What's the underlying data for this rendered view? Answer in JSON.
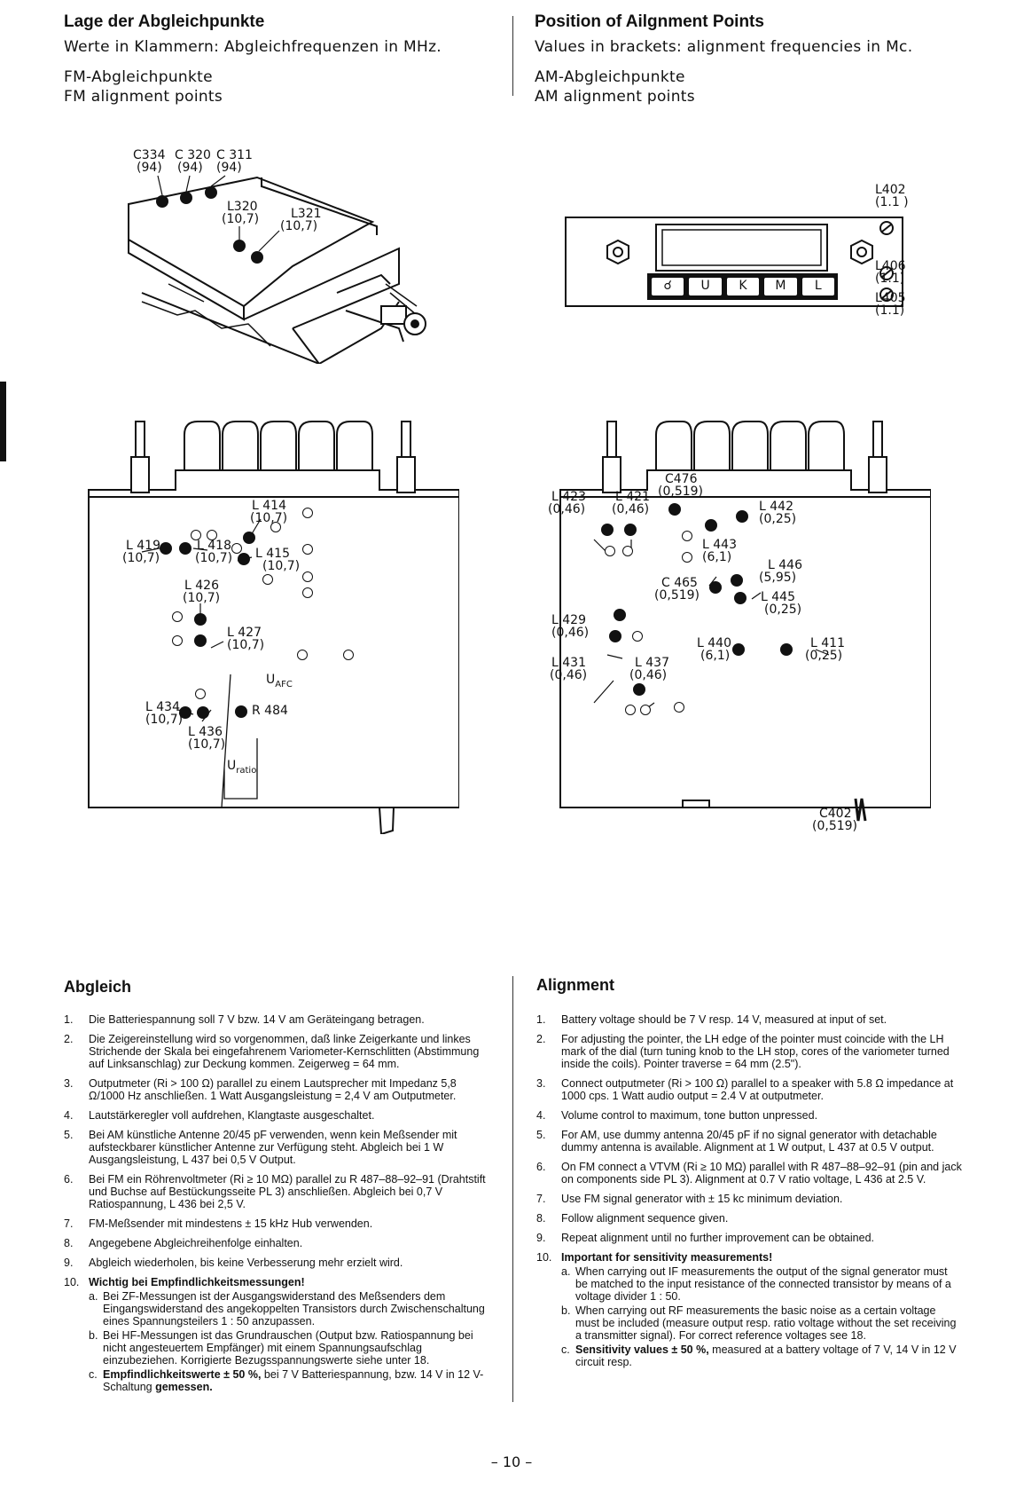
{
  "left_header": {
    "title": "Lage der Abgleichpunkte",
    "line1": "Werte in Klammern: Abgleichfrequenzen in MHz.",
    "line2": "FM-Abgleichpunkte",
    "line3": "FM alignment points"
  },
  "right_header": {
    "title": "Position of Ailgnment Points",
    "line1": "Values in brackets: alignment frequencies in Mc.",
    "line2": "AM-Abgleichpunkte",
    "line3": "AM alignment points"
  },
  "fm_top": {
    "c334": "C334",
    "c320": "C 320",
    "c311": "C 311",
    "f1": "(94)",
    "f2": "(94)",
    "f3": "(94)",
    "l320": "L320",
    "l320f": "(10,7)",
    "l321": "L321",
    "l321f": "(10,7)"
  },
  "radio_front": {
    "buttons": [
      "☌",
      "U",
      "K",
      "M",
      "L"
    ],
    "l402": "L402",
    "l402f": "(1.1 )",
    "l406": "L406",
    "l406f": "(1.1)",
    "l405": "L405",
    "l405f": "(1.1)"
  },
  "fm_board": {
    "l414": "L 414",
    "l414f": "(10,7)",
    "l419": "L 419",
    "l419f": "(10,7)",
    "l418": "L 418",
    "l418f": "(10,7)",
    "l415": "L 415",
    "l415f": "(10,7)",
    "l426": "L 426",
    "l426f": "(10,7)",
    "l427": "L 427",
    "l427f": "(10,7)",
    "uafc": "U",
    "uafc_sub": "AFC",
    "l434": "L 434",
    "l434f": "(10,7)",
    "r484": "R 484",
    "l436": "L 436",
    "l436f": "(10,7)",
    "uratio": "U",
    "uratio_sub": "ratio"
  },
  "am_board": {
    "c476": "C476",
    "c476f": "(0,519)",
    "l423": "L 423",
    "l423f": "(0,46)",
    "l421": "L 421",
    "l421f": "(0,46)",
    "l442": "L 442",
    "l442f": "(0,25)",
    "l443": "L 443",
    "l443f": "(6,1)",
    "l446": "L 446",
    "l446f": "(5,95)",
    "c465": "C 465",
    "c465f": "(0,519)",
    "l445": "L 445",
    "l445f": "(0,25)",
    "l429": "L 429",
    "l429f": "(0,46)",
    "l440": "L 440",
    "l440f": "(6,1)",
    "l411": "L 411",
    "l411f": "(0,25)",
    "l431": "L 431",
    "l431f": "(0,46)",
    "l437": "L 437",
    "l437f": "(0,46)",
    "c402": "C402",
    "c402f": "(0,519)"
  },
  "abgleich": {
    "title": "Abgleich",
    "items": [
      {
        "n": "1.",
        "text": "Die Batteriespannung soll 7 V bzw. 14 V am Geräteingang betragen."
      },
      {
        "n": "2.",
        "text": "Die Zeigereinstellung wird so vorgenommen, daß linke Zeigerkante und linkes Strichende der Skala bei eingefahrenem Variometer-Kernschlitten (Abstimmung auf Linksanschlag) zur Deckung kommen. Zeigerweg = 64 mm."
      },
      {
        "n": "3.",
        "text": "Outputmeter (Ri > 100 Ω) parallel zu einem Lautsprecher mit Impedanz 5,8 Ω/1000 Hz anschließen. 1 Watt Ausgangsleistung = 2,4 V am Outputmeter."
      },
      {
        "n": "4.",
        "text": "Lautstärkeregler voll aufdrehen, Klangtaste ausgeschaltet."
      },
      {
        "n": "5.",
        "text": "Bei AM künstliche Antenne 20/45 pF verwenden, wenn kein Meßsender mit aufsteckbarer künstlicher Antenne zur Verfügung steht. Abgleich bei 1 W Ausgangsleistung, L 437 bei 0,5 V Output."
      },
      {
        "n": "6.",
        "text": "Bei FM ein Röhrenvoltmeter (Ri ≥ 10 MΩ) parallel zu R 487–88–92–91 (Drahtstift und Buchse auf Bestückungsseite PL 3) anschließen. Abgleich bei 0,7 V Ratiospannung, L 436 bei 2,5 V."
      },
      {
        "n": "7.",
        "text": "FM-Meßsender mit mindestens ± 15 kHz Hub verwenden."
      },
      {
        "n": "8.",
        "text": "Angegebene Abgleichreihenfolge einhalten."
      },
      {
        "n": "9.",
        "text": "Abgleich wiederholen, bis keine Verbesserung mehr erzielt wird."
      }
    ],
    "item10_n": "10.",
    "item10_title": "Wichtig bei Empfindlichkeitsmessungen!",
    "item10a_n": "a.",
    "item10a": "Bei ZF-Messungen ist der Ausgangswiderstand des Meßsenders dem Eingangswiderstand des angekoppelten Transistors durch Zwischenschaltung eines Spannungsteilers 1 : 50 anzupassen.",
    "item10b_n": "b.",
    "item10b": "Bei HF-Messungen ist das Grundrauschen (Output bzw. Ratiospannung bei nicht angesteuertem Empfänger) mit einem Spannungsaufschlag einzubeziehen. Korrigierte Bezugsspannungswerte siehe unter 18.",
    "item10c_n": "c.",
    "item10c_bold": "Empfindlichkeitswerte ± 50 %,",
    "item10c": " bei 7 V Batteriespannung, bzw. 14 V in 12 V-Schaltung ",
    "item10c_end": "gemessen."
  },
  "alignment": {
    "title": "Alignment",
    "items": [
      {
        "n": "1.",
        "text": "Battery voltage should be 7 V resp. 14 V, measured at input of set."
      },
      {
        "n": "2.",
        "text": "For adjusting the pointer, the LH edge of the pointer must coincide with the LH mark of the dial (turn tuning knob to the LH stop, cores of the variometer turned inside the coils). Pointer traverse = 64 mm (2.5\")."
      },
      {
        "n": "3.",
        "text": "Connect outputmeter (Ri > 100 Ω) parallel to a speaker with 5.8 Ω impedance at 1000 cps. 1 Watt audio output = 2.4 V at outputmeter."
      },
      {
        "n": "4.",
        "text": "Volume control to maximum, tone button unpressed."
      },
      {
        "n": "5.",
        "text": "For AM, use dummy antenna 20/45 pF if no signal generator with detachable dummy antenna is available. Alignment at 1 W output, L 437 at 0.5 V output."
      },
      {
        "n": "6.",
        "text": "On FM connect a VTVM (Ri ≥ 10 MΩ) parallel with R 487–88–92–91 (pin and jack on components side PL 3). Alignment at 0.7 V ratio voltage, L 436 at 2.5 V."
      },
      {
        "n": "7.",
        "text": "Use FM signal generator with ± 15 kc minimum deviation."
      },
      {
        "n": "8.",
        "text": "Follow alignment sequence given."
      },
      {
        "n": "9.",
        "text": "Repeat alignment until no further improvement can be obtained."
      }
    ],
    "item10_n": "10.",
    "item10_title": "Important for sensitivity measurements!",
    "item10a_n": "a.",
    "item10a": "When carrying out IF measurements the output of the signal generator must be matched to the input resistance of the connected transistor by means of a voltage divider 1 : 50.",
    "item10b_n": "b.",
    "item10b": "When carrying out RF measurements the basic noise as a certain voltage must be included (measure output resp. ratio voltage without the set receiving a transmitter signal). For correct reference voltages see 18.",
    "item10c_n": "c.",
    "item10c_bold": "Sensitivity values ± 50 %,",
    "item10c": " measured at a battery voltage of 7 V, 14 V in 12 V circuit resp."
  },
  "page_number": "– 10 –"
}
